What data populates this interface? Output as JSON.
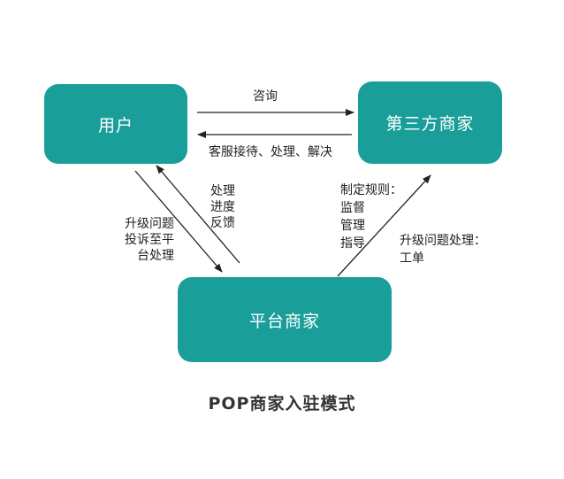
{
  "nodes": {
    "user": "用户",
    "third_party": "第三方商家",
    "platform": "平台商家"
  },
  "edges": {
    "consult": "咨询",
    "service": "客服接待、处理、解决",
    "progress": [
      "处理",
      "进度",
      "反馈"
    ],
    "upgrade": [
      "升级问题",
      "投诉至平",
      "台处理"
    ],
    "rules": [
      "制定规则：",
      "监督",
      "管理",
      "指导"
    ],
    "ticket": [
      "升级问题处理：",
      "工单"
    ]
  },
  "title": "POP商家入驻模式",
  "colors": {
    "node_fill": "#1a9e9a",
    "node_text": "#ffffff",
    "arrow": "#222222"
  }
}
